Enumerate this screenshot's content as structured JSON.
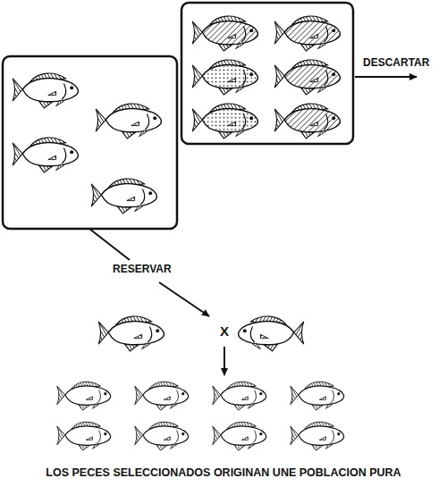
{
  "diagram": {
    "caption": "LOS PECES SELECCIONADOS ORIGINAN UNE POBLACION PURA",
    "labels": [
      "DESCARTAR",
      "RESERVAR",
      "X"
    ]
  }
}
